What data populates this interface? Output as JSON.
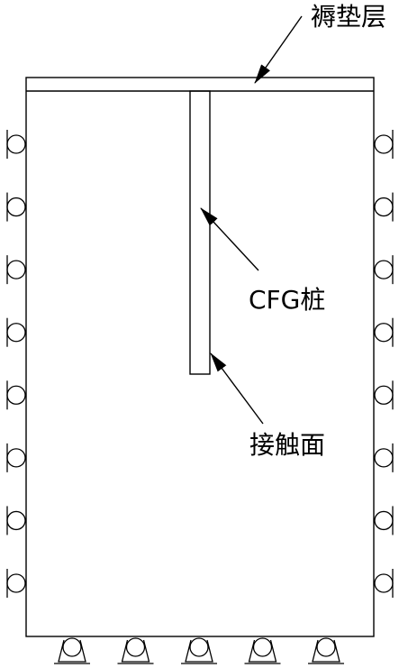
{
  "labels": {
    "cushion_layer": "褥垫层",
    "cfg_pile": "CFG桩",
    "contact_surface": "接触面"
  },
  "supports": {
    "left_rollers": 8,
    "right_rollers": 8,
    "bottom_pins": 5
  },
  "colors": {
    "stroke": "#000000",
    "background": "#ffffff"
  }
}
